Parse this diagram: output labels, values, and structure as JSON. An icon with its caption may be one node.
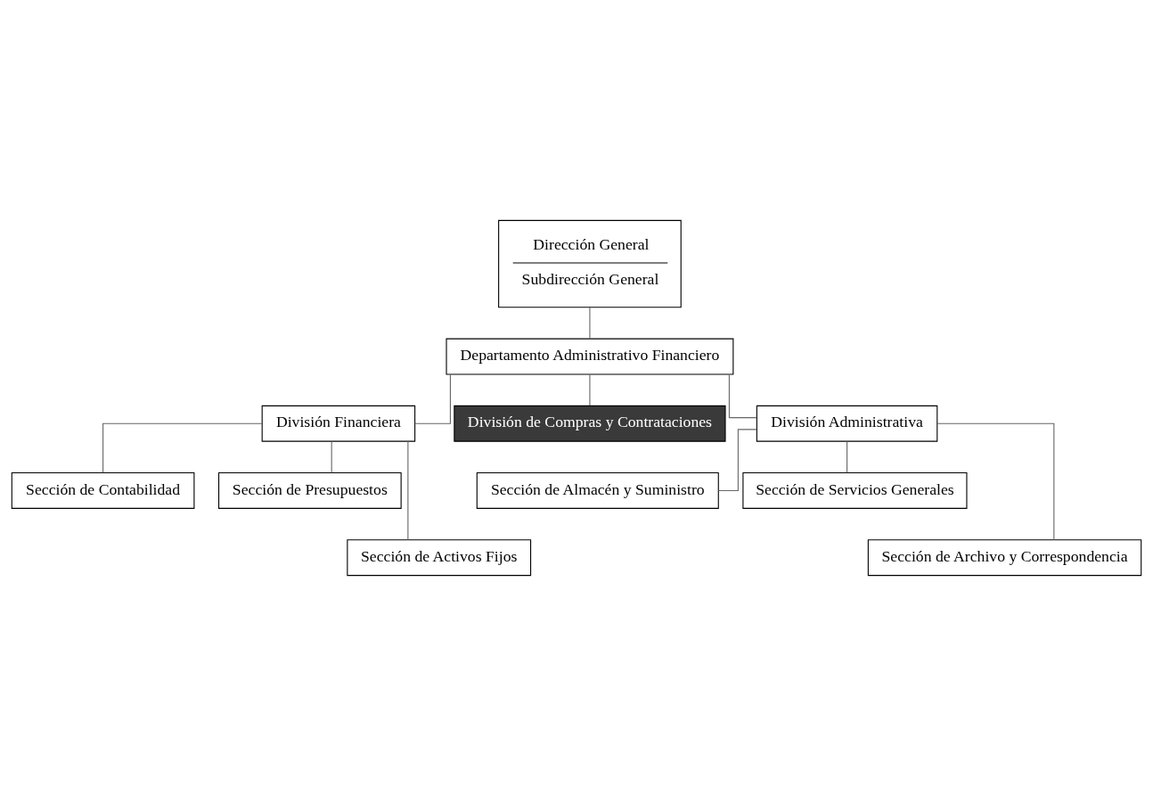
{
  "diagram": {
    "nodes": [
      {
        "text": [
          "Dirección General",
          "Subdirección General"
        ]
      },
      {
        "text": [
          "Departamento Administrativo Financiero"
        ]
      },
      {
        "text": [
          "División Financiera"
        ]
      },
      {
        "text": [
          "División de Compras y Contrataciones"
        ]
      },
      {
        "text": [
          "División Administrativa"
        ]
      },
      {
        "text": [
          "Sección de Contabilidad"
        ]
      },
      {
        "text": [
          "Sección de Presupuestos"
        ]
      },
      {
        "text": [
          "Sección de Activos Fijos"
        ]
      },
      {
        "text": [
          "Sección de Almacén y Suministro"
        ]
      },
      {
        "text": [
          "Sección de Servicios Generales"
        ]
      },
      {
        "text": [
          "Sección de Archivo y Correspondencia"
        ]
      }
    ],
    "edges": [
      {
        "from": 0,
        "to": 1,
        "arrow": "none"
      },
      {
        "from": 1,
        "to": 2,
        "arrow": "none"
      },
      {
        "from": 1,
        "to": 3,
        "arrow": "none"
      },
      {
        "from": 1,
        "to": 4,
        "arrow": "none"
      },
      {
        "from": 2,
        "to": 5,
        "arrow": "none"
      },
      {
        "from": 2,
        "to": 6,
        "arrow": "none"
      },
      {
        "from": 2,
        "to": 7,
        "arrow": "none"
      },
      {
        "from": 4,
        "to": 8,
        "arrow": "none"
      },
      {
        "from": 4,
        "to": 9,
        "arrow": "none"
      },
      {
        "from": 4,
        "to": 10,
        "arrow": "none"
      }
    ]
  }
}
